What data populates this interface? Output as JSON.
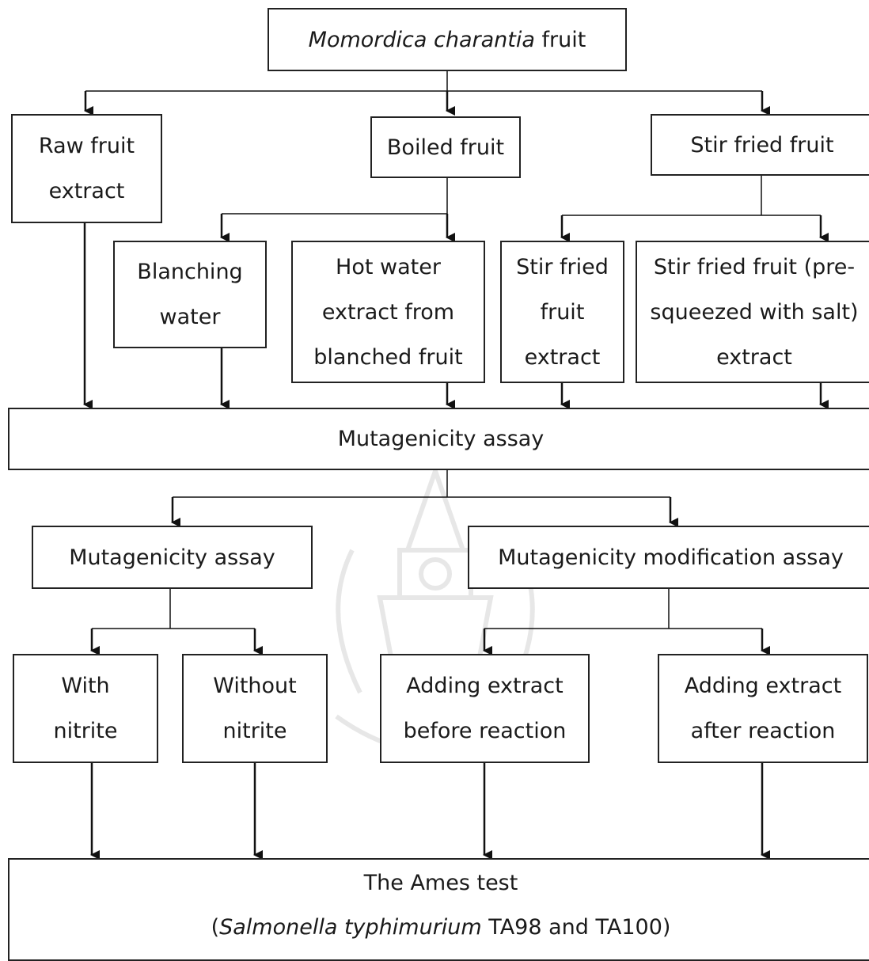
{
  "diagram": {
    "root": {
      "italic": "Momordica charantia",
      "rest": " fruit"
    },
    "raw": "Raw fruit extract",
    "boiled": "Boiled fruit",
    "stirfried": "Stir fried fruit",
    "blanching": "Blanching water",
    "hotwater": "Hot water extract from blanched fruit",
    "stirextract": "Stir fried fruit extract",
    "stirsalt": "Stir fried fruit (pre-squeezed with salt) extract",
    "mutagenicity_main": "Mutagenicity assay",
    "mutagenicity_sub": "Mutagenicity assay",
    "modification": "Mutagenicity modification assay",
    "with_nitrite": "With nitrite",
    "without_nitrite": "Without nitrite",
    "before_reaction": "Adding extract before reaction",
    "after_reaction": "Adding extract after reaction",
    "ames_title": "The Ames test",
    "ames_sub": {
      "open": "(",
      "italic": "Salmonella typhimurium",
      "rest": " TA98 and TA100)"
    }
  }
}
